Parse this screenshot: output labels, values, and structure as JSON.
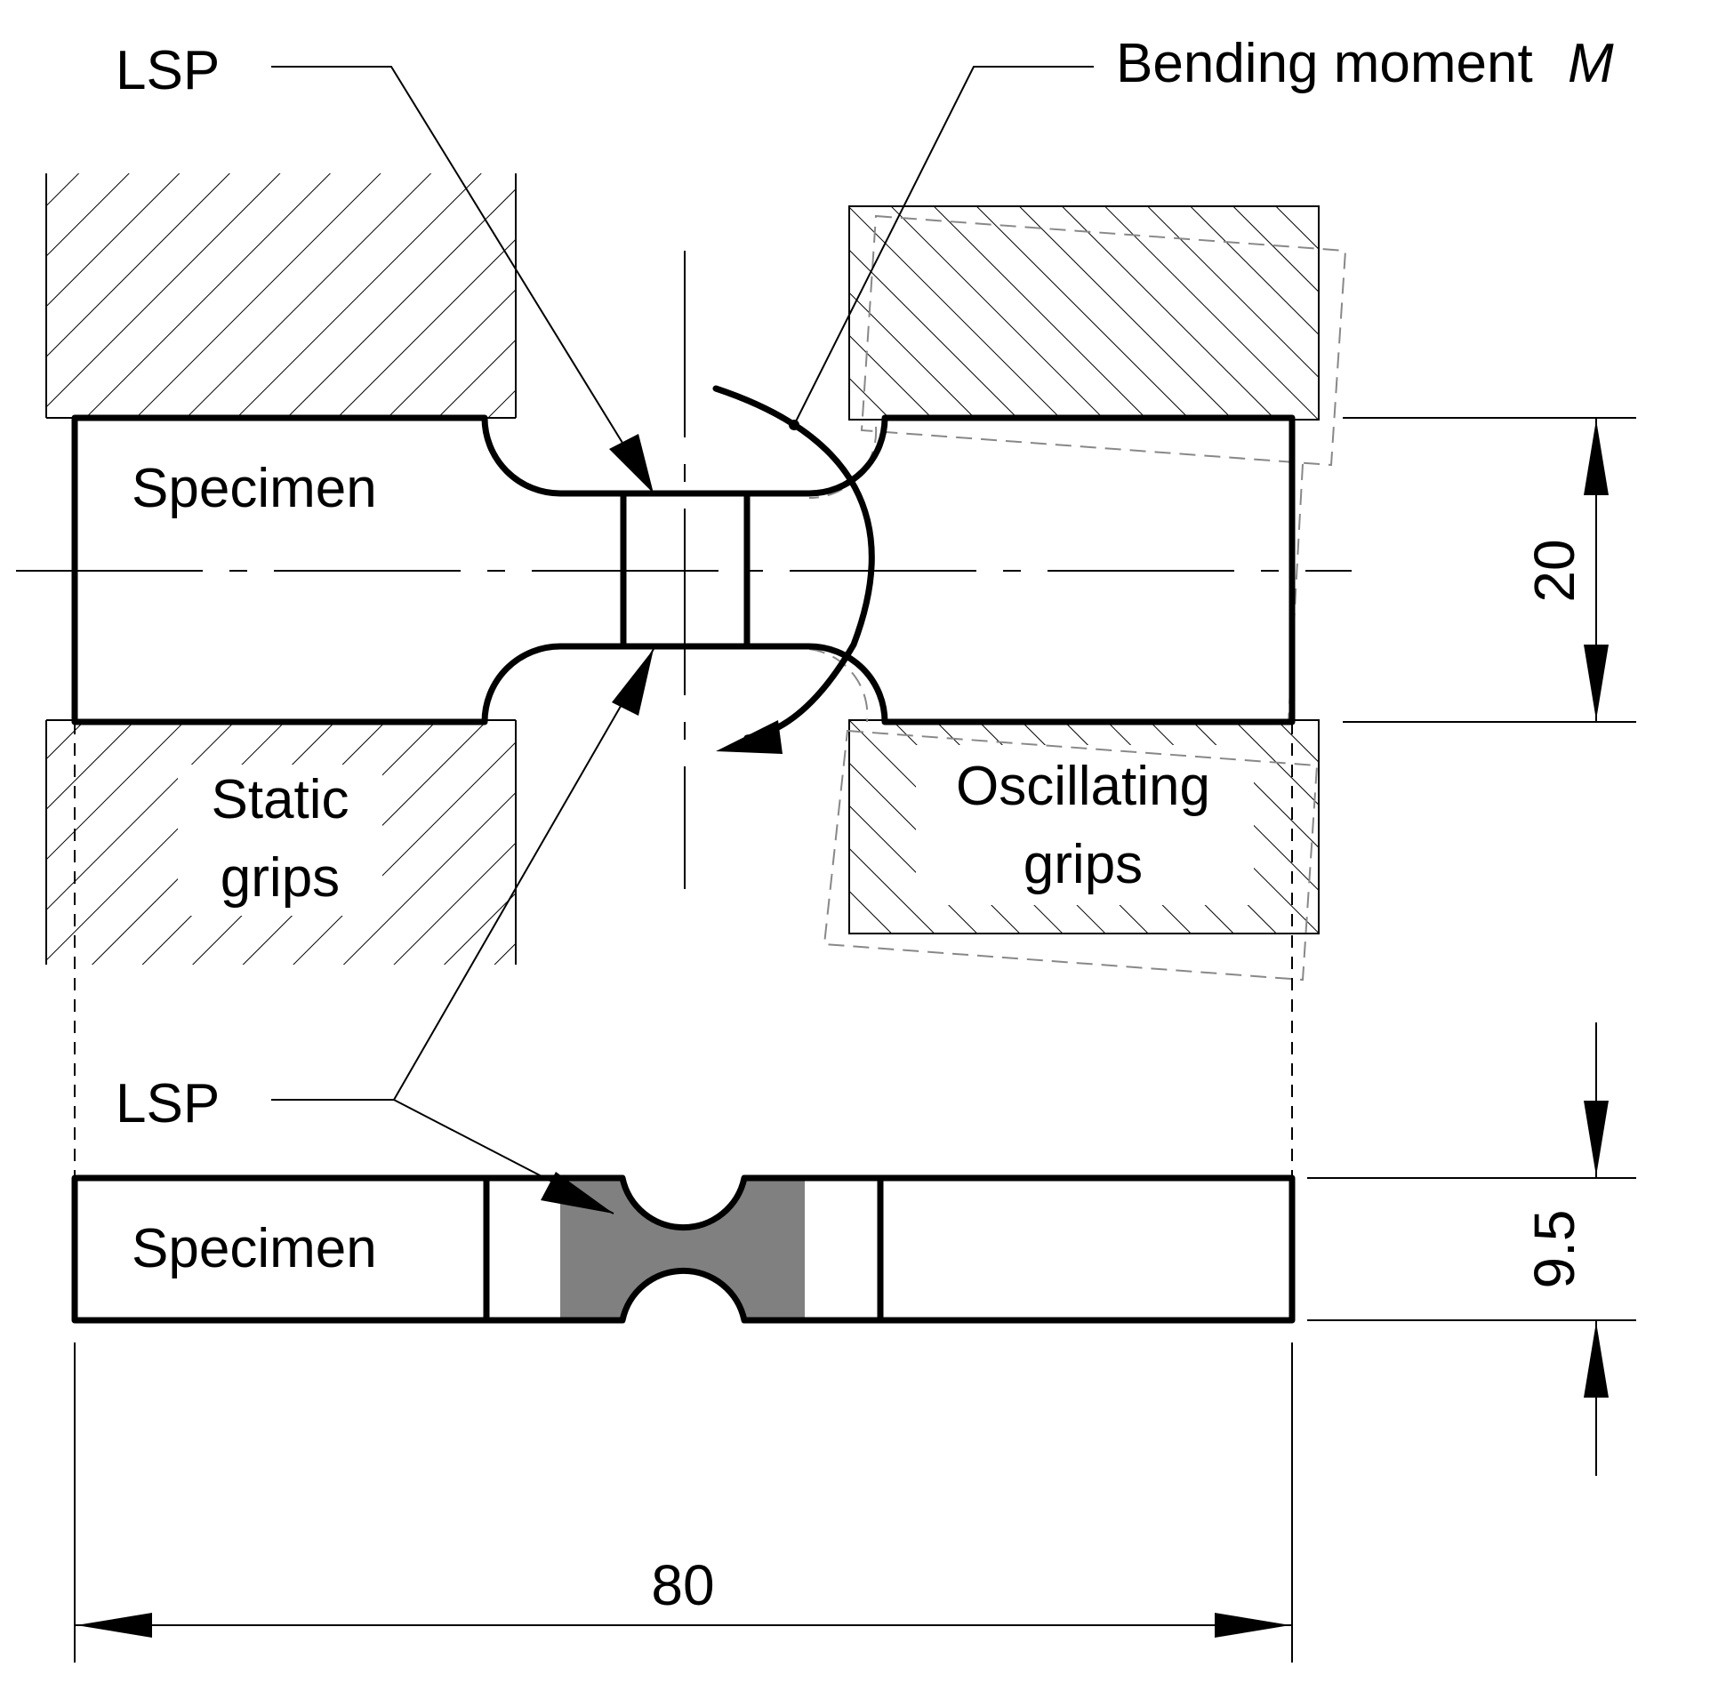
{
  "labels": {
    "lsp_top": "LSP",
    "bending_moment": "Bending moment",
    "bending_moment_symbol": "M",
    "specimen_top": "Specimen",
    "static_grips_line1": "Static",
    "static_grips_line2": "grips",
    "oscillating_grips_line1": "Oscillating",
    "oscillating_grips_line2": "grips",
    "lsp_bottom": "LSP",
    "specimen_bottom": "Specimen"
  },
  "dimensions": {
    "width": "20",
    "thickness": "9.5",
    "length": "80"
  },
  "colors": {
    "lsp_zone_fill": "#808080",
    "line": "#000000"
  }
}
